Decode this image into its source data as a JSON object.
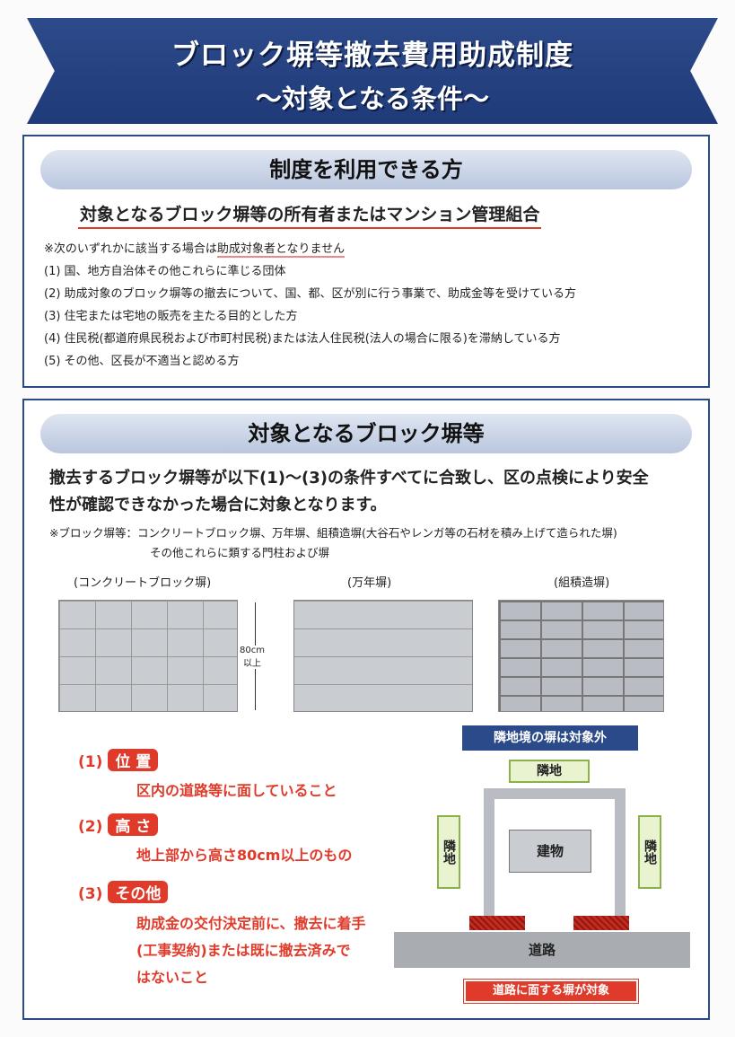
{
  "title": {
    "line1": "ブロック塀等撤去費用助成制度",
    "line2": "～対象となる条件～"
  },
  "section1": {
    "header": "制度を利用できる方",
    "subtitle": "対象となるブロック塀等の所有者またはマンション管理組合",
    "note_prefix": "※次のいずれかに該当する場合は",
    "note_emph": "助成対象者となりません",
    "items": [
      "(1) 国、地方自治体その他これらに準じる団体",
      "(2) 助成対象のブロック塀等の撤去について、国、都、区が別に行う事業で、助成金等を受けている方",
      "(3) 住宅または宅地の販売を主たる目的とした方",
      "(4) 住民税(都道府県民税および市町村民税)または法人住民税(法人の場合に限る)を滞納している方",
      "(5) その他、区長が不適当と認める方"
    ]
  },
  "section2": {
    "header": "対象となるブロック塀等",
    "lead1": "撤去するブロック塀等が以下(1)～(3)の条件すべてに合致し、区の点検により安全",
    "lead2": "性が確認できなかった場合に対象となります。",
    "note1": "※ブロック塀等：コンクリートブロック塀、万年塀、組積造塀(大谷石やレンガ等の石材を積み上げて造られた塀)",
    "note2": "その他これらに類する門柱および塀",
    "walls": [
      "(コンクリートブロック塀)",
      "(万年塀)",
      "(組積造塀)"
    ],
    "height_label1": "80cm",
    "height_label2": "以上",
    "conditions": [
      {
        "num": "(1)",
        "tag": "位 置",
        "text": [
          "区内の道路等に面していること"
        ]
      },
      {
        "num": "(2)",
        "tag": "高 さ",
        "text": [
          "地上部から高さ80cm以上のもの"
        ]
      },
      {
        "num": "(3)",
        "tag": "その他",
        "text": [
          "助成金の交付決定前に、撤去に着手",
          "(工事契約)または既に撤去済みで",
          "はないこと"
        ]
      }
    ],
    "diagram": {
      "top_callout": "隣地境の塀は対象外",
      "neighbor": "隣地",
      "neighbor_left": "隣地",
      "neighbor_right": "隣地",
      "building": "建物",
      "road": "道路",
      "bottom_callout": "道路に面する塀が対象"
    }
  }
}
